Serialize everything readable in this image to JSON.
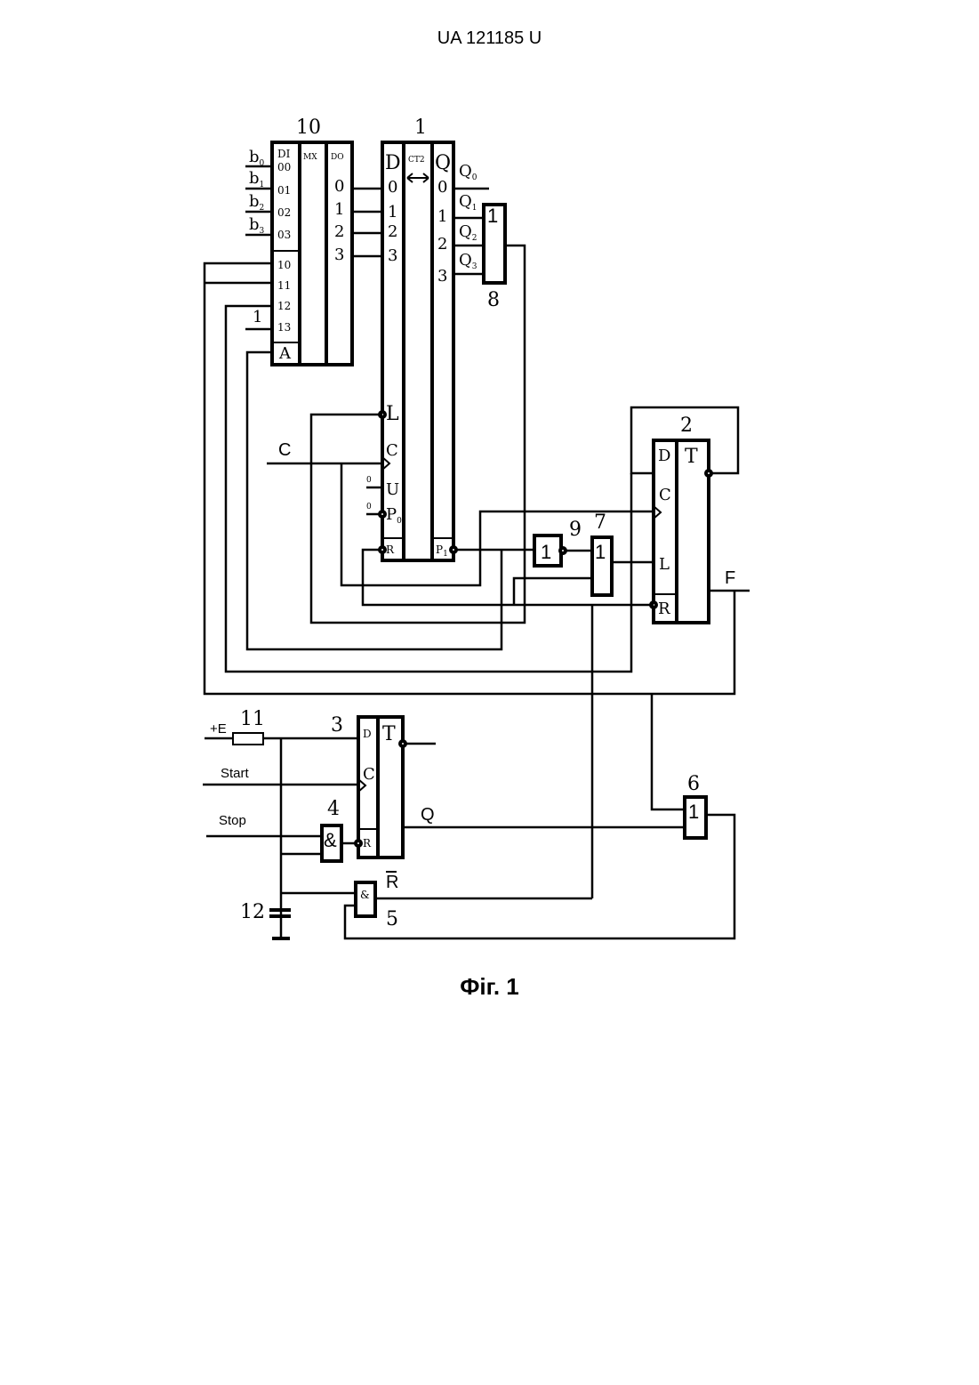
{
  "header": "UA   121185   U",
  "caption": "Фіг. 1",
  "blocks": {
    "b10": {
      "num": "10",
      "di": "DI",
      "mx": "MX",
      "do": "DO",
      "in0": [
        "00",
        "01",
        "02",
        "03"
      ],
      "in1": [
        "10",
        "11",
        "12",
        "13"
      ],
      "a": "A",
      "out": [
        "0",
        "1",
        "2",
        "3"
      ]
    },
    "b1": {
      "num": "1",
      "d": "D",
      "ct": "CT2",
      "q": "Q",
      "in": [
        "0",
        "1",
        "2",
        "3"
      ],
      "out": [
        "0",
        "1",
        "2",
        "3"
      ],
      "l": "L",
      "c": "C",
      "u": "U",
      "p0": "P",
      "p0s": "0",
      "r": "R",
      "pr": "P",
      "prs": "1",
      "zero1": "0",
      "zero2": "0"
    },
    "b2": {
      "num": "2",
      "d": "D",
      "t": "T",
      "c": "C",
      "l": "L",
      "r": "R"
    },
    "b3": {
      "num": "3",
      "d": "D",
      "t": "T",
      "c": "C",
      "r": "R"
    },
    "b4": {
      "num": "4",
      "sym": "&"
    },
    "b5": {
      "num": "5",
      "sym": "&"
    },
    "b6": {
      "num": "6",
      "sym": "1"
    },
    "b7": {
      "num": "7",
      "sym": "1"
    },
    "b8": {
      "num": "8",
      "sym": "1"
    },
    "b9": {
      "num": "9",
      "sym": "1"
    },
    "b11": {
      "num": "11"
    },
    "b12": {
      "num": "12"
    }
  },
  "signals": {
    "b": [
      "b",
      "b",
      "b",
      "b"
    ],
    "bsub": [
      "0",
      "1",
      "2",
      "3"
    ],
    "o": [
      "Q",
      "Q",
      "Q",
      "Q"
    ],
    "osub": [
      "0",
      "1",
      "2",
      "3"
    ],
    "c": "C",
    "f": "F",
    "one": "1",
    "e": "+E",
    "start": "Start",
    "stop": "Stop",
    "q": "Q",
    "rbar": "R"
  }
}
